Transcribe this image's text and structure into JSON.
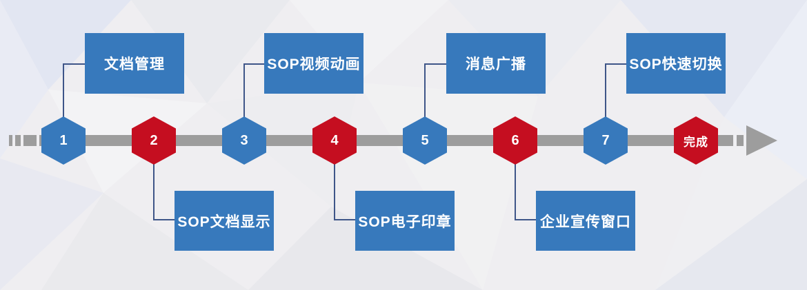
{
  "colors": {
    "blue": "#3779BC",
    "red": "#C50E20",
    "gray": "#9D9D9D",
    "connector": "#3E5588",
    "background": "#EFEEF1",
    "label_text": "#FFFFFF"
  },
  "timeline": {
    "flow_direction": "left-to-right",
    "steps": [
      {
        "number": "1",
        "label": "文档管理",
        "label_position": "top",
        "hex_color": "blue"
      },
      {
        "number": "2",
        "label": "SOP文档显示",
        "label_position": "bottom",
        "hex_color": "red"
      },
      {
        "number": "3",
        "label": "SOP视频动画",
        "label_position": "top",
        "hex_color": "blue"
      },
      {
        "number": "4",
        "label": "SOP电子印章",
        "label_position": "bottom",
        "hex_color": "red"
      },
      {
        "number": "5",
        "label": "消息广播",
        "label_position": "top",
        "hex_color": "blue"
      },
      {
        "number": "6",
        "label": "企业宣传窗口",
        "label_position": "bottom",
        "hex_color": "red"
      },
      {
        "number": "7",
        "label": "SOP快速切换",
        "label_position": "top",
        "hex_color": "blue"
      }
    ],
    "end_node": {
      "label": "完成",
      "hex_color": "red"
    }
  }
}
